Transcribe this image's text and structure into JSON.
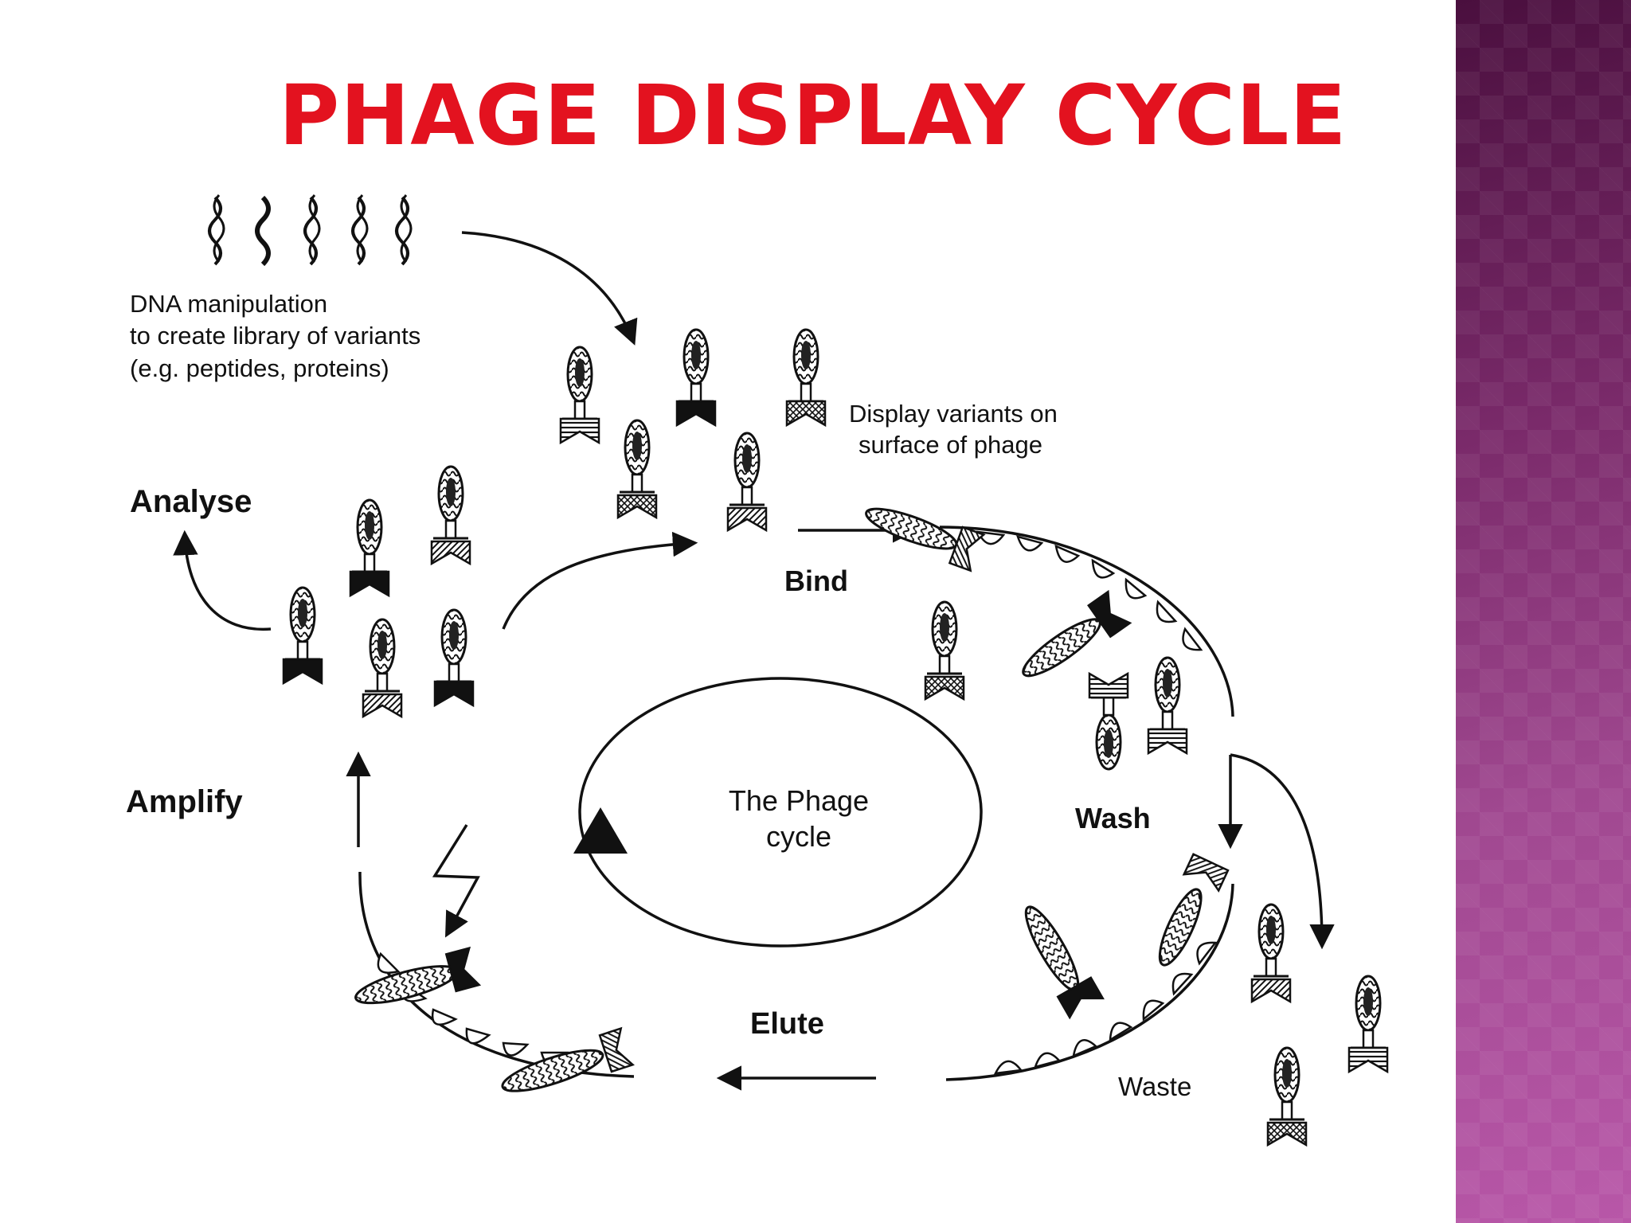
{
  "title": "PHAGE DISPLAY CYCLE",
  "colors": {
    "title": "#e3121f",
    "panel_dark": "#4a0f3e",
    "panel_light": "#b857a8",
    "ink": "#111111"
  },
  "labels": {
    "dna_line1": "DNA  manipulation",
    "dna_line2": "to create library of variants",
    "dna_line3": "(e.g. peptides, proteins)",
    "display_line1": "Display variants on",
    "display_line2": "surface of phage",
    "analyse": "Analyse",
    "bind": "Bind",
    "amplify": "Amplify",
    "wash": "Wash",
    "elute": "Elute",
    "waste": "Waste",
    "center_line1": "The Phage",
    "center_line2": "cycle"
  }
}
